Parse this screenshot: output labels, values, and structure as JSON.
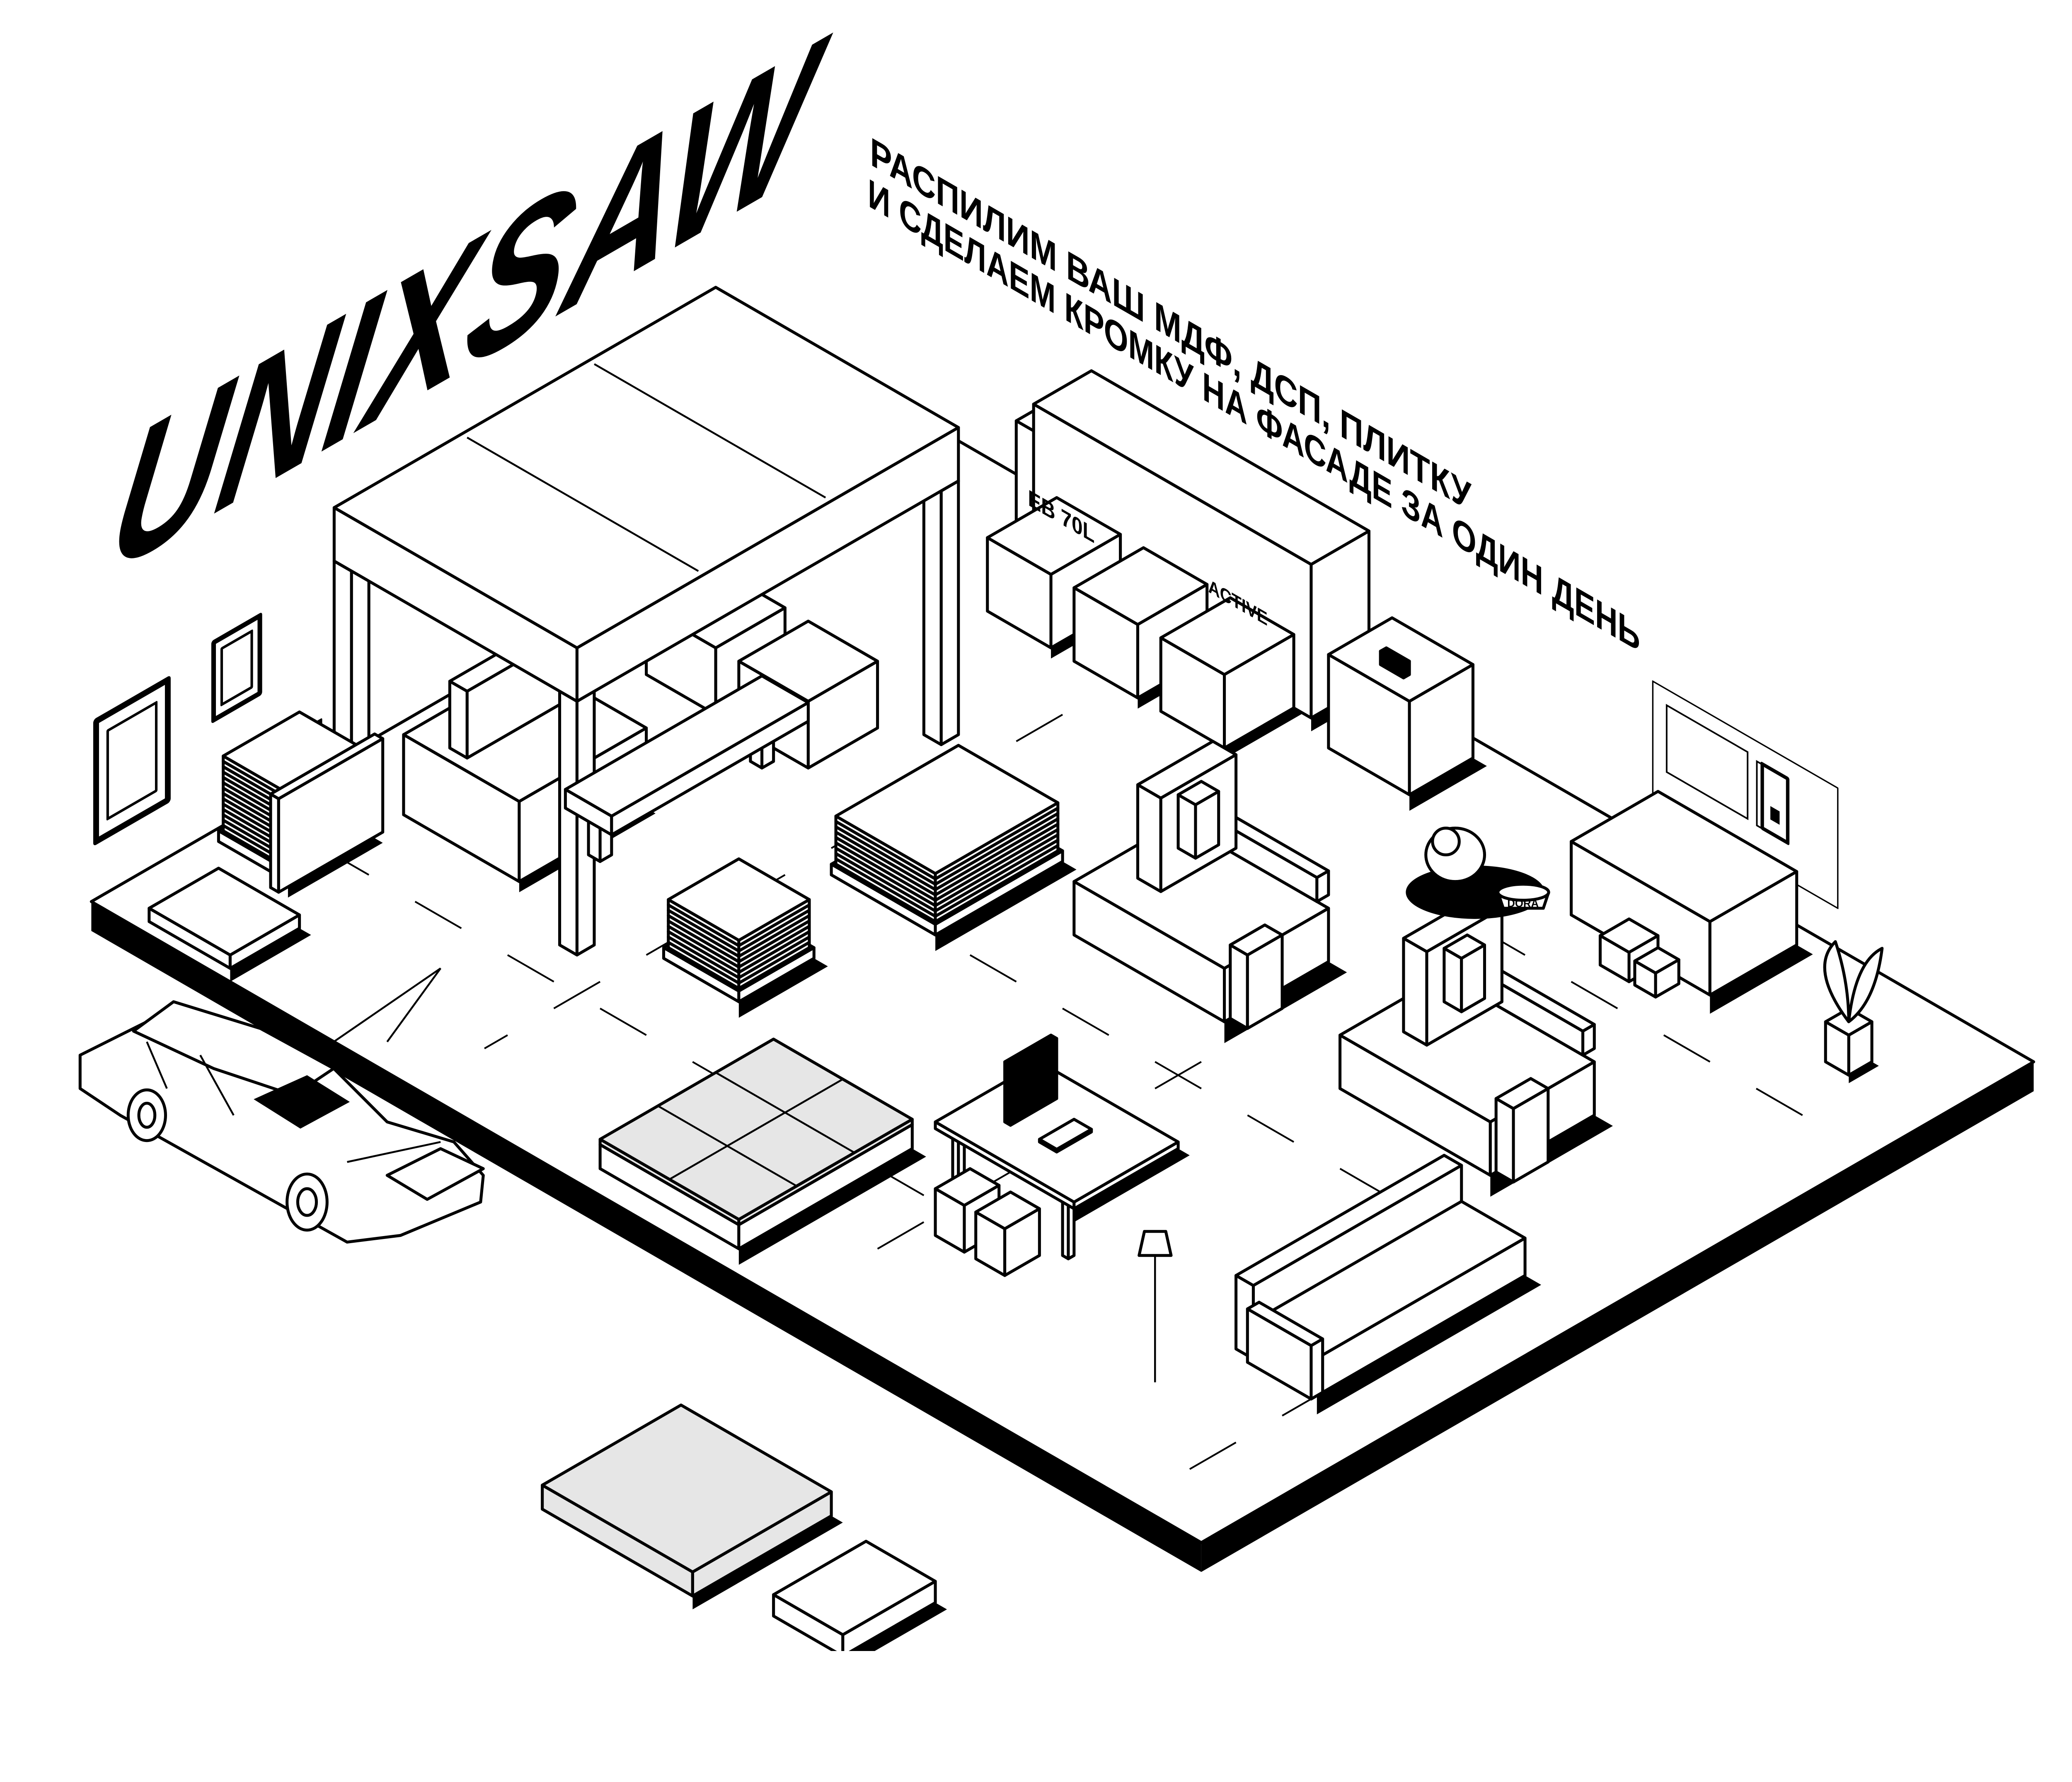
{
  "brand": {
    "name": "UNIXSAW"
  },
  "tagline": {
    "line1": "РАСПИЛИМ ВАШ МДФ, ДСП, ПЛИТКУ",
    "line2": "И СДЕЛАЕМ КРОМКУ НА ФАСАДЕ ЗА ОДИН ДЕНЬ"
  },
  "machines": {
    "edge_bander_model": "EB 70L",
    "edge_bander_brand": "ACTIVE"
  },
  "dog": {
    "bowl_label": "DORA"
  },
  "colors": {
    "ink": "#000000",
    "paper": "#ffffff",
    "tile": "#e6e6e6"
  }
}
